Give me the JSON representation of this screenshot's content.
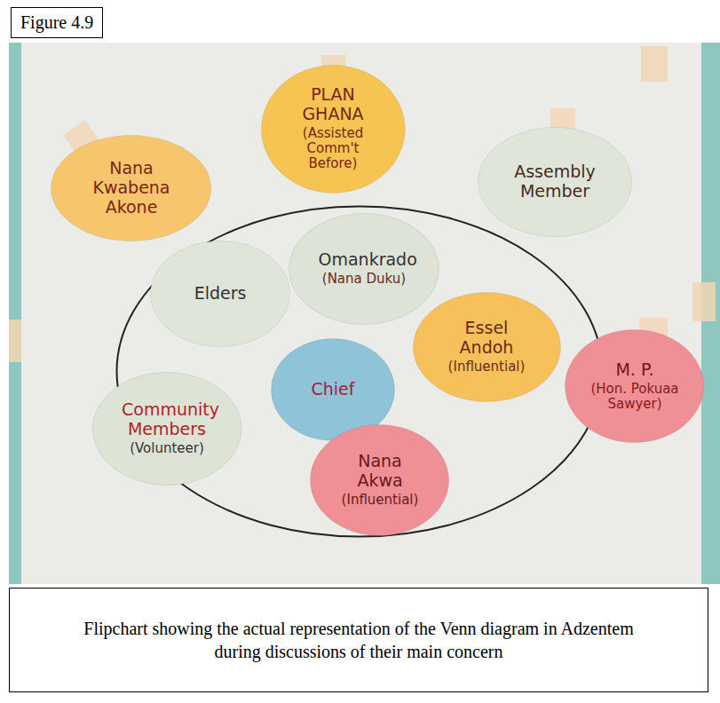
{
  "diagram": {
    "title": "Figure 4.9",
    "caption": "Flipchart showing the actual representation of the Venn diagram in Adzentem during discussions of their main concern",
    "nodes": [
      {
        "text": [
          "PLAN GHANA",
          "(Assisted Comm't Before)"
        ]
      },
      {
        "text": [
          "Nana Kwabena Akone"
        ]
      },
      {
        "text": [
          "Assembly Member"
        ]
      },
      {
        "text": []
      },
      {
        "text": [
          "Elders"
        ],
        "in": 3
      },
      {
        "text": [
          "Omankrado",
          "(Nana Duku)"
        ],
        "in": 3
      },
      {
        "text": [
          "Essel Andoh",
          "(Influential)"
        ],
        "in": 3
      },
      {
        "text": [
          "Community Members",
          "(Volunteer)"
        ],
        "in": 3
      },
      {
        "text": [
          "Chief"
        ],
        "in": 3
      },
      {
        "text": [
          "Nana Akwa",
          "(Influential)"
        ],
        "in": 3
      },
      {
        "text": [
          "M. P.",
          "(Hon. Pokuaa Sawyer)"
        ]
      }
    ]
  }
}
